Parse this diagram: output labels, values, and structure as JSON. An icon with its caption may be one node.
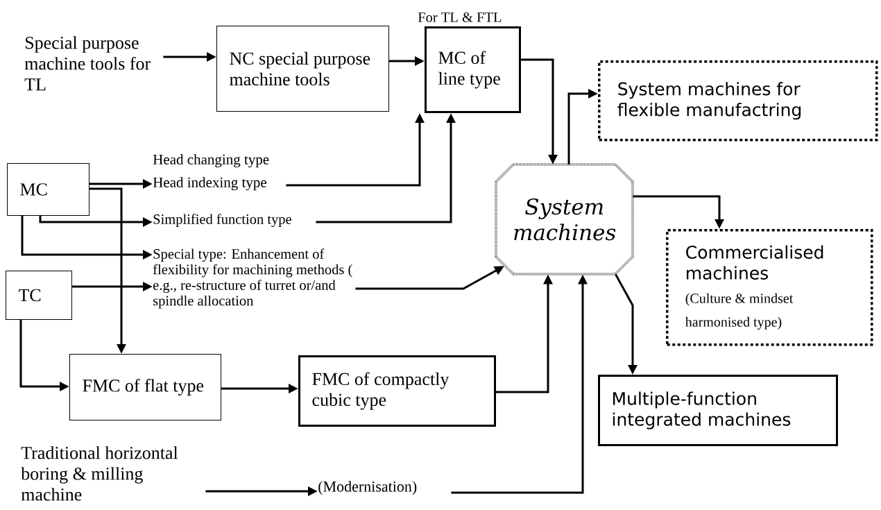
{
  "diagram": {
    "nodes": [
      {
        "text": [
          "Special purpose machine tools for TL"
        ]
      },
      {
        "text": [
          "NC special purpose machine tools"
        ]
      },
      {
        "text": [
          "MC of line type"
        ],
        "beside": [
          "For TL & FTL"
        ]
      },
      {
        "text": [
          "MC"
        ]
      },
      {
        "text": [
          "Head changing type",
          "Head indexing type"
        ]
      },
      {
        "text": [
          "Simplified function type"
        ]
      },
      {
        "text": [
          "Special type: Enhancement of flexibility for machining methods ( e.g., re-structure of turret or/and spindle allocation"
        ]
      },
      {
        "text": [
          "TC"
        ]
      },
      {
        "text": [
          "System machines"
        ]
      },
      {
        "text": [
          "System machines for flexible manufactring"
        ]
      },
      {
        "text": [
          "Commercialised machines",
          "(Culture & mindset harmonised type)"
        ]
      },
      {
        "text": [
          "FMC of flat type"
        ]
      },
      {
        "text": [
          "FMC of compactly cubic type"
        ]
      },
      {
        "text": [
          "Multiple-function integrated machines"
        ]
      },
      {
        "text": [
          "Traditional horizontal boring & milling machine"
        ]
      },
      {
        "text": [
          "(Modernisation)"
        ]
      }
    ],
    "edges": [
      {
        "from": 0,
        "to": 1,
        "arrow": "to"
      },
      {
        "from": 1,
        "to": 2,
        "arrow": "to"
      },
      {
        "from": 2,
        "to": 8,
        "arrow": "to"
      },
      {
        "from": 8,
        "to": 9,
        "arrow": "to"
      },
      {
        "from": 8,
        "to": 10,
        "arrow": "to"
      },
      {
        "from": 8,
        "to": 13,
        "arrow": "to"
      },
      {
        "from": 3,
        "to": 4,
        "arrow": "to"
      },
      {
        "from": 4,
        "to": 2,
        "arrow": "to"
      },
      {
        "from": 3,
        "to": 5,
        "arrow": "to"
      },
      {
        "from": 5,
        "to": 2,
        "arrow": "to"
      },
      {
        "from": 3,
        "to": 6,
        "arrow": "to"
      },
      {
        "from": 7,
        "to": 6,
        "arrow": "to"
      },
      {
        "from": 6,
        "to": 8,
        "arrow": "to"
      },
      {
        "from": 3,
        "to": 11,
        "arrow": "to"
      },
      {
        "from": 7,
        "to": 11,
        "arrow": "to"
      },
      {
        "from": 11,
        "to": 12,
        "arrow": "to"
      },
      {
        "from": 12,
        "to": 8,
        "arrow": "to"
      },
      {
        "from": 14,
        "to": 15,
        "arrow": "to"
      },
      {
        "from": 15,
        "to": 8,
        "arrow": "to"
      }
    ]
  }
}
